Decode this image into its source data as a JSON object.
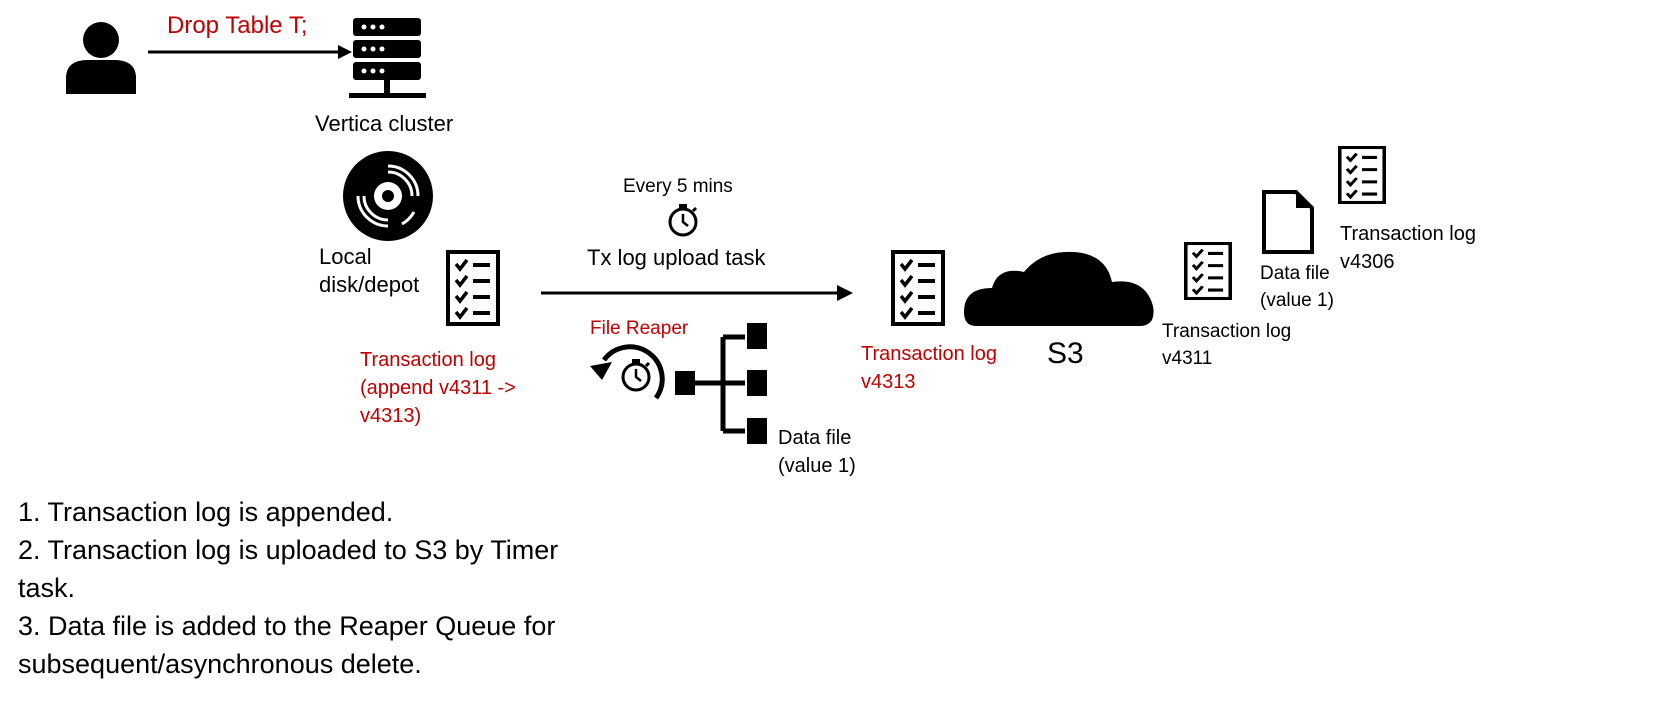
{
  "colors": {
    "accent_red": "#c00000",
    "ink": "#000000"
  },
  "command": {
    "label": "Drop Table T;"
  },
  "cluster": {
    "label": "Vertica cluster",
    "icon": "server-icon"
  },
  "user": {
    "icon": "user-icon"
  },
  "local_disk": {
    "line1": "Local",
    "line2": "disk/depot",
    "icon": "disk-icon"
  },
  "local_log": {
    "line1": "Transaction log",
    "line2": "(append v4311 ->",
    "line3": "v4313)",
    "icon": "checklist-icon"
  },
  "upload_task": {
    "interval": "Every 5 mins",
    "label": "Tx log upload task",
    "icon": "stopwatch-icon"
  },
  "reaper": {
    "label": "File Reaper",
    "data_file_line1": "Data file",
    "data_file_line2": "(value 1)"
  },
  "s3_log": {
    "line1": "Transaction log",
    "line2": "v4313"
  },
  "s3": {
    "label": "S3",
    "icon": "cloud-icon"
  },
  "s3_contents": {
    "log_a": {
      "line1": "Transaction log",
      "line2": "v4311"
    },
    "data_file": {
      "line1": "Data file",
      "line2": "(value 1)"
    },
    "log_b": {
      "line1": "Transaction log",
      "line2": "v4306"
    }
  },
  "notes": [
    "1. Transaction log is appended.",
    "2. Transaction log is uploaded to S3 by Timer",
    "task.",
    "3. Data file is added to the Reaper Queue for",
    "subsequent/asynchronous delete."
  ]
}
